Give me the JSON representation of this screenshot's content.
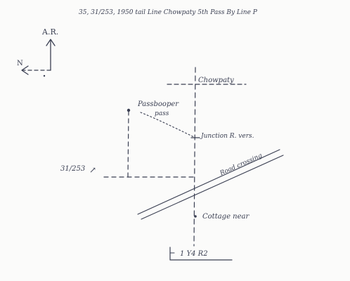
{
  "title": "35, 31/253, 1950 tail Line Chowpaty 5th Pass By Line P",
  "compass": {
    "up": "A.R.",
    "left": "N"
  },
  "places": {
    "chowpaty": "Chowpaty",
    "passbooper": "Passbooper",
    "passbooper_line2": "pass",
    "junction": "Junction R. vers.",
    "reference": "31/253",
    "road": "Road crossing",
    "cottage": "Cottage near",
    "bottom_box": "1 Y4 R2"
  },
  "colors": {
    "ink": "#3a3f52",
    "paper": "#fbfbfa"
  }
}
